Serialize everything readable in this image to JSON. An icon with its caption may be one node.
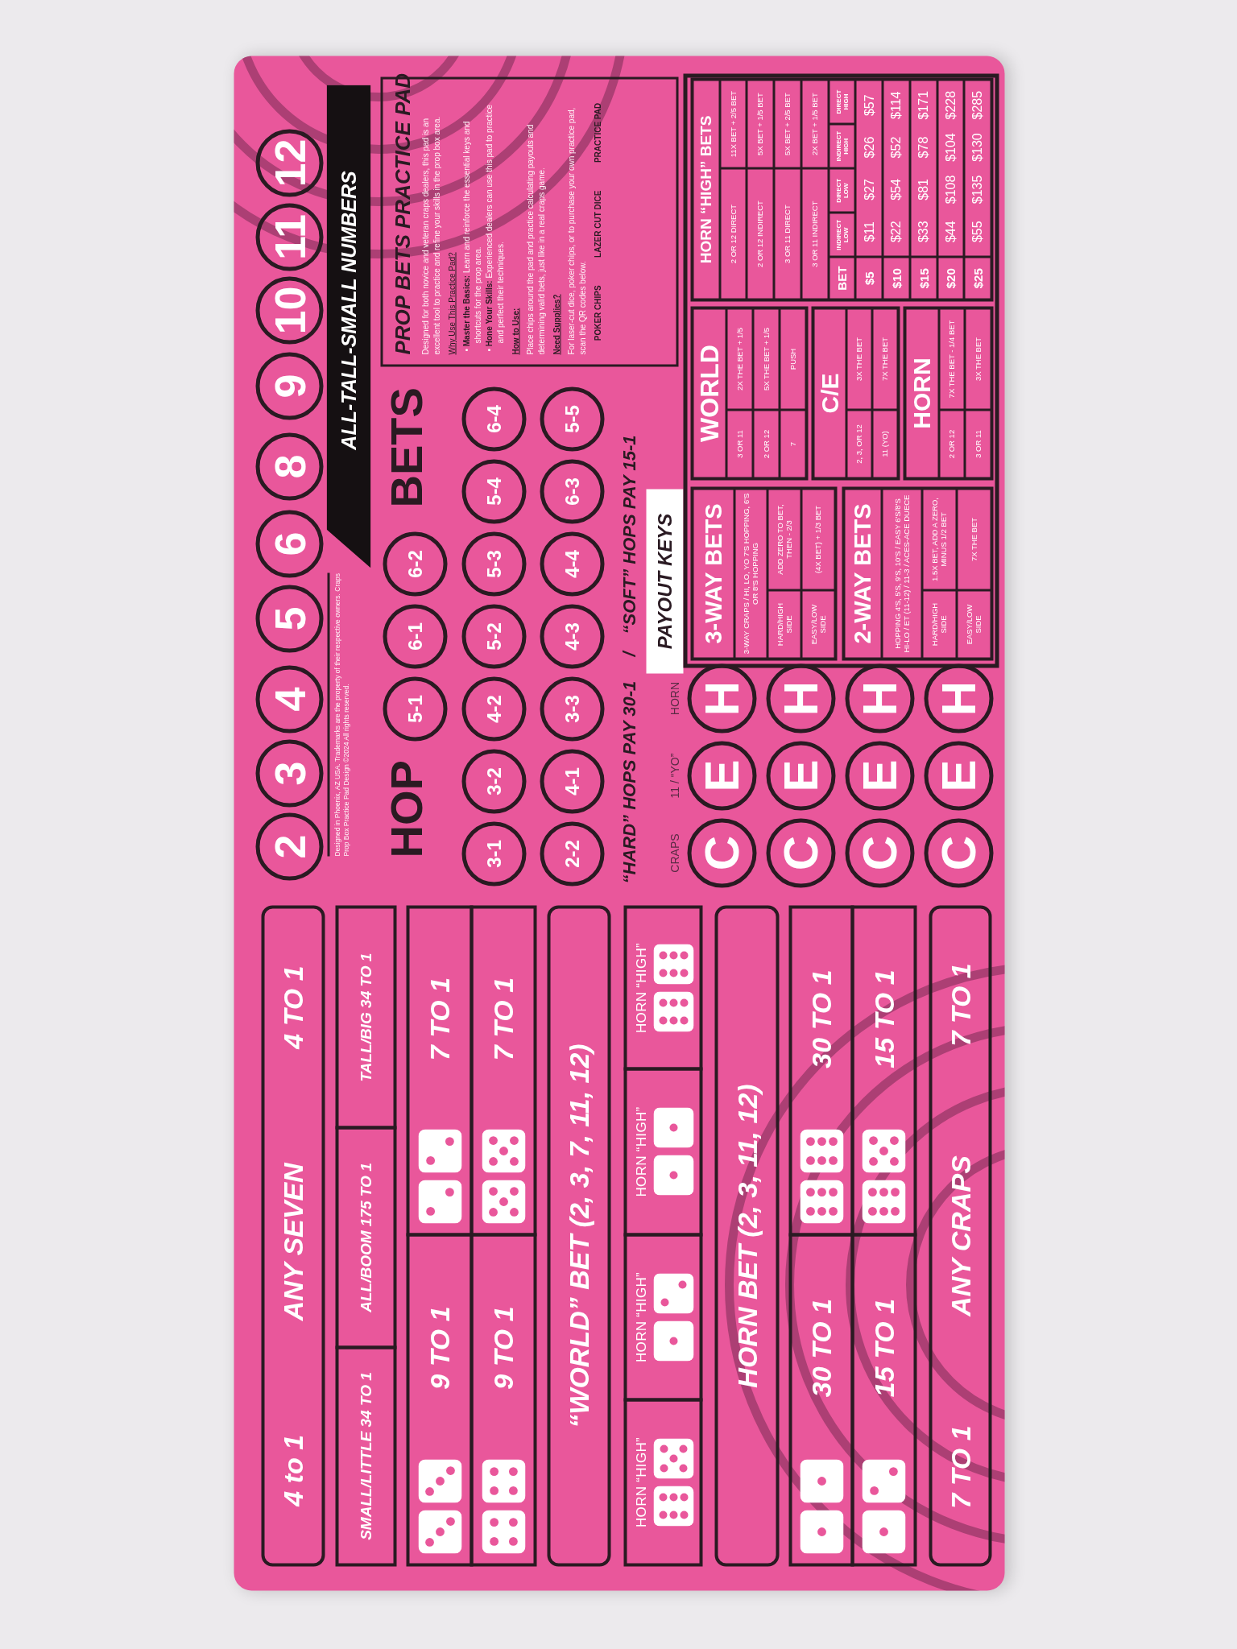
{
  "diagram": {
    "nodes": [
      {
        "text": [
          "4 to 1",
          "ANY SEVEN",
          "4 TO 1"
        ]
      },
      {
        "text": [
          "SMALL/LITTLE 34 TO 1"
        ]
      },
      {
        "text": [
          "ALL/BOOM 175 TO 1"
        ]
      },
      {
        "text": [
          "TALL/BIG 34 TO 1"
        ]
      },
      {
        "text": [
          "9 TO 1"
        ]
      },
      {
        "text": [
          "7 TO 1"
        ]
      },
      {
        "text": [
          "9 TO 1"
        ]
      },
      {
        "text": [
          "7 TO 1"
        ]
      },
      {
        "text": [
          "“WORLD” BET (2, 3, 7, 11, 12)"
        ]
      },
      {
        "text": [
          "HORN “HIGH”"
        ]
      },
      {
        "text": [
          "HORN “HIGH”"
        ]
      },
      {
        "text": [
          "HORN “HIGH”"
        ]
      },
      {
        "text": [
          "HORN “HIGH”"
        ]
      },
      {
        "text": [
          "HORN BET (2, 3, 11, 12)"
        ]
      },
      {
        "text": [
          "30 TO 1"
        ]
      },
      {
        "text": [
          "30 TO 1"
        ]
      },
      {
        "text": [
          "15 TO 1"
        ]
      },
      {
        "text": [
          "15 TO 1"
        ]
      },
      {
        "text": [
          "7 TO 1",
          "ANY CRAPS",
          "7 TO 1"
        ]
      },
      {
        "text": [
          "2"
        ]
      },
      {
        "text": [
          "3"
        ]
      },
      {
        "text": [
          "4"
        ]
      },
      {
        "text": [
          "5"
        ]
      },
      {
        "text": [
          "6"
        ]
      },
      {
        "text": [
          "8"
        ]
      },
      {
        "text": [
          "9"
        ]
      },
      {
        "text": [
          "10"
        ]
      },
      {
        "text": [
          "11"
        ]
      },
      {
        "text": [
          "12"
        ]
      },
      {
        "text": [
          "ALL-TALL-SMALL NUMBERS"
        ]
      },
      {
        "text": [
          "5-1"
        ]
      },
      {
        "text": [
          "6-1"
        ]
      },
      {
        "text": [
          "6-2"
        ]
      },
      {
        "text": [
          "3-1"
        ]
      },
      {
        "text": [
          "3-2"
        ]
      },
      {
        "text": [
          "4-2"
        ]
      },
      {
        "text": [
          "5-2"
        ]
      },
      {
        "text": [
          "5-3"
        ]
      },
      {
        "text": [
          "5-4"
        ]
      },
      {
        "text": [
          "6-4"
        ]
      },
      {
        "text": [
          "2-2"
        ]
      },
      {
        "text": [
          "4-1"
        ]
      },
      {
        "text": [
          "3-3"
        ]
      },
      {
        "text": [
          "4-3"
        ]
      },
      {
        "text": [
          "4-4"
        ]
      },
      {
        "text": [
          "6-3"
        ]
      },
      {
        "text": [
          "5-5"
        ]
      },
      {
        "text": [
          "C"
        ]
      },
      {
        "text": [
          "E"
        ]
      },
      {
        "text": [
          "H"
        ]
      },
      {
        "text": [
          "C"
        ]
      },
      {
        "text": [
          "E"
        ]
      },
      {
        "text": [
          "H"
        ]
      },
      {
        "text": [
          "C"
        ]
      },
      {
        "text": [
          "E"
        ]
      },
      {
        "text": [
          "H"
        ]
      },
      {
        "text": [
          "C"
        ]
      },
      {
        "text": [
          "E"
        ]
      },
      {
        "text": [
          "H"
        ]
      },
      {
        "text": [
          "PROP BETS PRACTICE PAD",
          "Designed for both novice and veteran craps dealers, this pad is an excellent tool to practice and refine your skills in the prop box area.",
          "Why Use This Practice Pad?",
          "• **Master the Basics:** Learn and reinforce the essential keys and shortcuts for the prop area.",
          "• **Hone Your Skills:** Experienced dealers can use this pad to practice and perfect their techniques.",
          "How to Use:",
          "Place chips around the pad and practice calculating payouts and determining valid bets, just like in a real craps game.",
          "Need Supplies?",
          "For laser-cut dice, poker chips, or to purchase your own practice pad, scan the QR codes below.",
          "POKER CHIPS",
          "LAZER CUT DICE",
          "PRACTICE PAD"
        ]
      },
      {
        "text": [
          "PAYOUT KEYS"
        ]
      },
      {
        "text": [],
        "shape": "box"
      },
      {
        "text": [],
        "shape": "box",
        "in": 61
      },
      {
        "text": [
          "3-WAY BETS"
        ],
        "in": 62
      },
      {
        "text": [
          "3-WAY CRAPS / HI, LO, YO 7'S HOPPING, 6'S OR 8'S HOPPING"
        ],
        "in": 62
      },
      {
        "text": [
          "HARD/HIGH SIDE"
        ],
        "in": 62
      },
      {
        "text": [
          "ADD ZERO TO BET, THEN - 2/3"
        ],
        "in": 62
      },
      {
        "text": [
          "EASY/LOW SIDE"
        ],
        "in": 62
      },
      {
        "text": [
          "(4X BET) + 1/3 BET"
        ],
        "in": 62
      },
      {
        "text": [],
        "shape": "box",
        "in": 61
      },
      {
        "text": [
          "2-WAY BETS"
        ],
        "in": 69
      },
      {
        "text": [
          "HOPPING 4'S, 5'S, 9'S, 10'S / EASY 6'S/8'S HI-LO / ET (11-12) / 11-3 / ACES-ACE DUECE"
        ],
        "in": 69
      },
      {
        "text": [
          "HARD/HIGH SIDE"
        ],
        "in": 69
      },
      {
        "text": [
          "1.5X BET, ADD A ZERO, MINUS 1/2 BET"
        ],
        "in": 69
      },
      {
        "text": [
          "EASY/LOW SIDE"
        ],
        "in": 69
      },
      {
        "text": [
          "7X THE BET"
        ],
        "in": 69
      },
      {
        "text": [],
        "shape": "box",
        "in": 61
      },
      {
        "text": [
          "WORLD"
        ],
        "in": 76
      },
      {
        "text": [
          "3 OR 11"
        ],
        "in": 76
      },
      {
        "text": [
          "2X THE BET + 1/5"
        ],
        "in": 76
      },
      {
        "text": [
          "2 OR 12"
        ],
        "in": 76
      },
      {
        "text": [
          "5X THE BET + 1/5"
        ],
        "in": 76
      },
      {
        "text": [
          "7"
        ],
        "in": 76
      },
      {
        "text": [
          "PUSH"
        ],
        "in": 76
      },
      {
        "text": [],
        "shape": "box",
        "in": 61
      },
      {
        "text": [
          "C/E"
        ],
        "in": 84
      },
      {
        "text": [
          "2, 3, OR 12"
        ],
        "in": 84
      },
      {
        "text": [
          "3X THE BET"
        ],
        "in": 84
      },
      {
        "text": [
          "11 (YO)"
        ],
        "in": 84
      },
      {
        "text": [
          "7X THE BET"
        ],
        "in": 84
      },
      {
        "text": [],
        "shape": "box",
        "in": 61
      },
      {
        "text": [
          "HORN"
        ],
        "in": 90
      },
      {
        "text": [
          "2 OR 12"
        ],
        "in": 90
      },
      {
        "text": [
          "7X THE BET - 1/4 BET"
        ],
        "in": 90
      },
      {
        "text": [
          "3 OR 11"
        ],
        "in": 90
      },
      {
        "text": [
          "3X THE BET"
        ],
        "in": 90
      },
      {
        "text": [],
        "shape": "box",
        "in": 61
      },
      {
        "text": [
          "HORN “HIGH” BETS"
        ],
        "in": 96
      },
      {
        "text": [
          "2 OR 12 DIRECT"
        ],
        "in": 96
      },
      {
        "text": [
          "11X BET + 2/5 BET"
        ],
        "in": 96
      },
      {
        "text": [
          "2 OR 12 INDIRECT"
        ],
        "in": 96
      },
      {
        "text": [
          "5X BET + 1/5 BET"
        ],
        "in": 96
      },
      {
        "text": [
          "3 OR 11 DIRECT"
        ],
        "in": 96
      },
      {
        "text": [
          "5X BET + 2/5 BET"
        ],
        "in": 96
      },
      {
        "text": [
          "3 OR 11 INDIRECT"
        ],
        "in": 96
      },
      {
        "text": [
          "2X BET + 1/5 BET"
        ],
        "in": 96
      },
      {
        "text": [
          "BET"
        ],
        "in": 96
      },
      {
        "text": [
          "INDIRECT LOW"
        ],
        "in": 96
      },
      {
        "text": [
          "DIRECT LOW"
        ],
        "in": 96
      },
      {
        "text": [
          "INDIRECT HIGH"
        ],
        "in": 96
      },
      {
        "text": [
          "DIRECT HIGH"
        ],
        "in": 96
      },
      {
        "text": [
          "$5"
        ],
        "in": 96
      },
      {
        "text": [
          "$11",
          "$27",
          "$26",
          "$57"
        ],
        "in": 96
      },
      {
        "text": [
          "$10"
        ],
        "in": 96
      },
      {
        "text": [
          "$22",
          "$54",
          "$52",
          "$114"
        ],
        "in": 96
      },
      {
        "text": [
          "$15"
        ],
        "in": 96
      },
      {
        "text": [
          "$33",
          "$81",
          "$78",
          "$171"
        ],
        "in": 96
      },
      {
        "text": [
          "$20"
        ],
        "in": 96
      },
      {
        "text": [
          "$44",
          "$108",
          "$104",
          "$228"
        ],
        "in": 96
      },
      {
        "text": [
          "$25"
        ],
        "in": 96
      },
      {
        "text": [
          "$55",
          "$135",
          "$130",
          "$285"
        ],
        "in": 96
      }
    ],
    "labels": [
      "Designed in Phoenix, AZ USA. Trademarks are the property of their respective owners. Craps Prop Box Practice Pad Design ©2024 All rights reserved.",
      "HOP",
      "BETS",
      "“HARD” HOPS PAY 30-1",
      "/",
      "“SOFT” HOPS PAY 15-1",
      "CRAPS",
      "11 / “YO”",
      "HORN"
    ]
  }
}
